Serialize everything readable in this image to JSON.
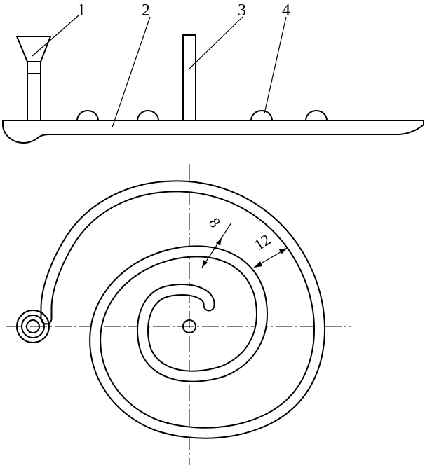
{
  "callouts": {
    "c1": "1",
    "c2": "2",
    "c3": "3",
    "c4": "4"
  },
  "dimensions": {
    "inner_width": "8",
    "outer_width": "12"
  },
  "colors": {
    "ink": "#000000",
    "background": "#ffffff"
  }
}
